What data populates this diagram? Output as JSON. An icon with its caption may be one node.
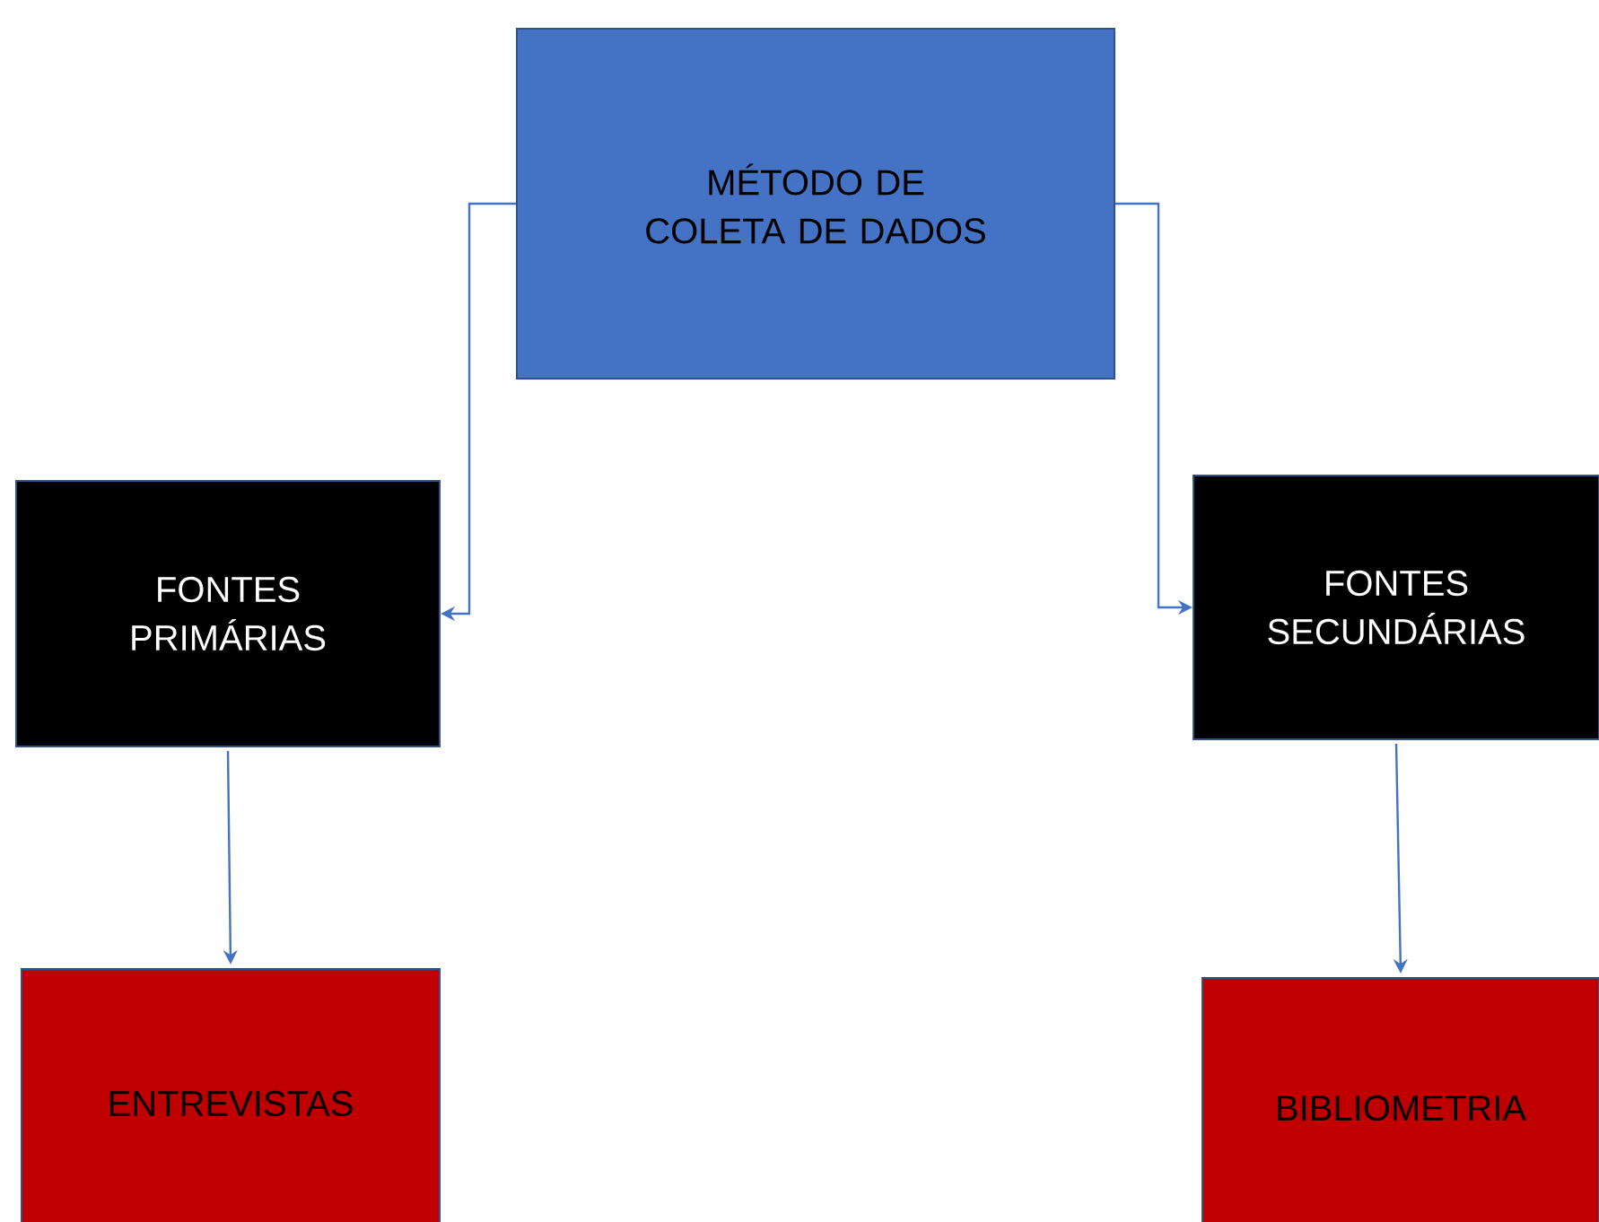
{
  "diagram": {
    "nodes": [
      {
        "text": [
          "MÉTODO DE COLETA DE DADOS"
        ]
      },
      {
        "text": [
          "FONTES PRIMÁRIAS"
        ]
      },
      {
        "text": [
          "FONTES SECUNDÁRIAS"
        ]
      },
      {
        "text": [
          "ENTREVISTAS"
        ]
      },
      {
        "text": [
          "BIBLIOMETRIA"
        ]
      }
    ],
    "edges": [
      {
        "from": 0,
        "to": 1,
        "arrow": "to"
      },
      {
        "from": 0,
        "to": 2,
        "arrow": "to"
      },
      {
        "from": 1,
        "to": 3,
        "arrow": "to"
      },
      {
        "from": 2,
        "to": 4,
        "arrow": "to"
      }
    ]
  }
}
